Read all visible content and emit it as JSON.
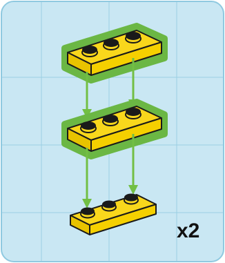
{
  "diagram": {
    "quantity_label": "x2",
    "colors": {
      "panel_background": "#c9e7f3",
      "panel_border": "#8fc9e0",
      "grid_lines": "#9bcfe3",
      "brick_yellow": "#f9d71c",
      "brick_shadow": "#d9b000",
      "stud_dark": "#1a1a1a",
      "highlight_green": "#6bb744",
      "arrow_green": "#72bf44"
    },
    "icons": [
      "yellow-1x3-plate-icon",
      "green-down-arrow-icon"
    ],
    "plates": [
      {
        "name": "top-plate",
        "highlighted": true
      },
      {
        "name": "middle-plate",
        "highlighted": true
      },
      {
        "name": "bottom-plate",
        "highlighted": false
      }
    ]
  }
}
